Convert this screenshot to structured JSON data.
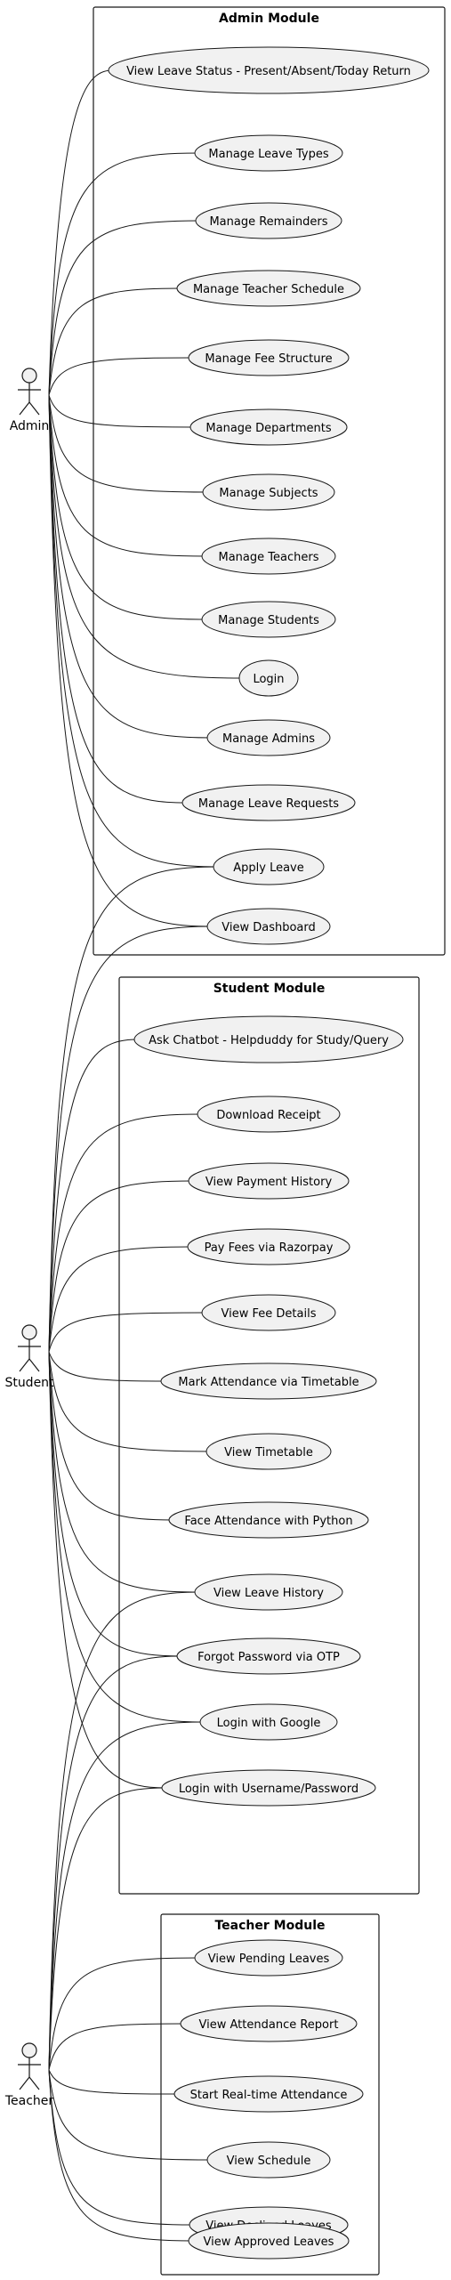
{
  "colors": {
    "background": "#ffffff",
    "ellipse_fill": "#f1f1f1",
    "stroke": "#181818",
    "actor_fill": "#f1f1f1"
  },
  "actors": [
    {
      "id": "admin",
      "label": "Admin"
    },
    {
      "id": "student",
      "label": "Student"
    },
    {
      "id": "teacher",
      "label": "Teacher"
    }
  ],
  "packages": [
    {
      "id": "admin-module",
      "title": "Admin Module"
    },
    {
      "id": "student-module",
      "title": "Student Module"
    },
    {
      "id": "teacher-module",
      "title": "Teacher Module"
    }
  ],
  "use_cases": [
    {
      "id": "view-leave-status",
      "label": "View Leave Status - Present/Absent/Today Return"
    },
    {
      "id": "manage-leave-types",
      "label": "Manage Leave Types"
    },
    {
      "id": "manage-remainders",
      "label": "Manage Remainders"
    },
    {
      "id": "manage-teacher-schedule",
      "label": "Manage Teacher Schedule"
    },
    {
      "id": "manage-fee-structure",
      "label": "Manage Fee Structure"
    },
    {
      "id": "manage-departments",
      "label": "Manage Departments"
    },
    {
      "id": "manage-subjects",
      "label": "Manage Subjects"
    },
    {
      "id": "manage-teachers",
      "label": "Manage Teachers"
    },
    {
      "id": "manage-students",
      "label": "Manage Students"
    },
    {
      "id": "login",
      "label": "Login"
    },
    {
      "id": "manage-admins",
      "label": "Manage Admins"
    },
    {
      "id": "manage-leave-requests",
      "label": "Manage Leave Requests"
    },
    {
      "id": "apply-leave",
      "label": "Apply Leave"
    },
    {
      "id": "view-dashboard",
      "label": "View Dashboard"
    },
    {
      "id": "ask-chatbot",
      "label": "Ask Chatbot - Helpduddy for Study/Query"
    },
    {
      "id": "download-receipt",
      "label": "Download Receipt"
    },
    {
      "id": "view-payment-history",
      "label": "View Payment History"
    },
    {
      "id": "pay-fees-razorpay",
      "label": "Pay Fees via Razorpay"
    },
    {
      "id": "view-fee-details",
      "label": "View Fee Details"
    },
    {
      "id": "mark-attendance-timetable",
      "label": "Mark Attendance via Timetable"
    },
    {
      "id": "view-timetable",
      "label": "View Timetable"
    },
    {
      "id": "face-attendance-python",
      "label": "Face Attendance with Python"
    },
    {
      "id": "view-leave-history",
      "label": "View Leave History"
    },
    {
      "id": "forgot-password-otp",
      "label": "Forgot Password via OTP"
    },
    {
      "id": "login-google",
      "label": "Login with Google"
    },
    {
      "id": "login-username-password",
      "label": "Login with Username/Password"
    },
    {
      "id": "view-pending-leaves",
      "label": "View Pending Leaves"
    },
    {
      "id": "view-attendance-report",
      "label": "View Attendance Report"
    },
    {
      "id": "start-realtime-attendance",
      "label": "Start Real-time Attendance"
    },
    {
      "id": "view-schedule",
      "label": "View Schedule"
    },
    {
      "id": "view-declined-leaves",
      "label": "View Declined Leaves"
    },
    {
      "id": "view-approved-leaves",
      "label": "View Approved Leaves"
    }
  ],
  "associations": [
    [
      "admin",
      "view-leave-status"
    ],
    [
      "admin",
      "manage-leave-types"
    ],
    [
      "admin",
      "manage-remainders"
    ],
    [
      "admin",
      "manage-teacher-schedule"
    ],
    [
      "admin",
      "manage-fee-structure"
    ],
    [
      "admin",
      "manage-departments"
    ],
    [
      "admin",
      "manage-subjects"
    ],
    [
      "admin",
      "manage-teachers"
    ],
    [
      "admin",
      "manage-students"
    ],
    [
      "admin",
      "login"
    ],
    [
      "admin",
      "manage-admins"
    ],
    [
      "admin",
      "manage-leave-requests"
    ],
    [
      "admin",
      "apply-leave"
    ],
    [
      "admin",
      "view-dashboard"
    ],
    [
      "student",
      "apply-leave"
    ],
    [
      "student",
      "view-dashboard"
    ],
    [
      "student",
      "ask-chatbot"
    ],
    [
      "student",
      "download-receipt"
    ],
    [
      "student",
      "view-payment-history"
    ],
    [
      "student",
      "pay-fees-razorpay"
    ],
    [
      "student",
      "view-fee-details"
    ],
    [
      "student",
      "mark-attendance-timetable"
    ],
    [
      "student",
      "view-timetable"
    ],
    [
      "student",
      "face-attendance-python"
    ],
    [
      "student",
      "view-leave-history"
    ],
    [
      "student",
      "forgot-password-otp"
    ],
    [
      "student",
      "login-google"
    ],
    [
      "student",
      "login-username-password"
    ],
    [
      "teacher",
      "view-leave-history"
    ],
    [
      "teacher",
      "forgot-password-otp"
    ],
    [
      "teacher",
      "login-google"
    ],
    [
      "teacher",
      "login-username-password"
    ],
    [
      "teacher",
      "view-pending-leaves"
    ],
    [
      "teacher",
      "view-attendance-report"
    ],
    [
      "teacher",
      "start-realtime-attendance"
    ],
    [
      "teacher",
      "view-schedule"
    ],
    [
      "teacher",
      "view-declined-leaves"
    ],
    [
      "teacher",
      "view-approved-leaves"
    ]
  ]
}
